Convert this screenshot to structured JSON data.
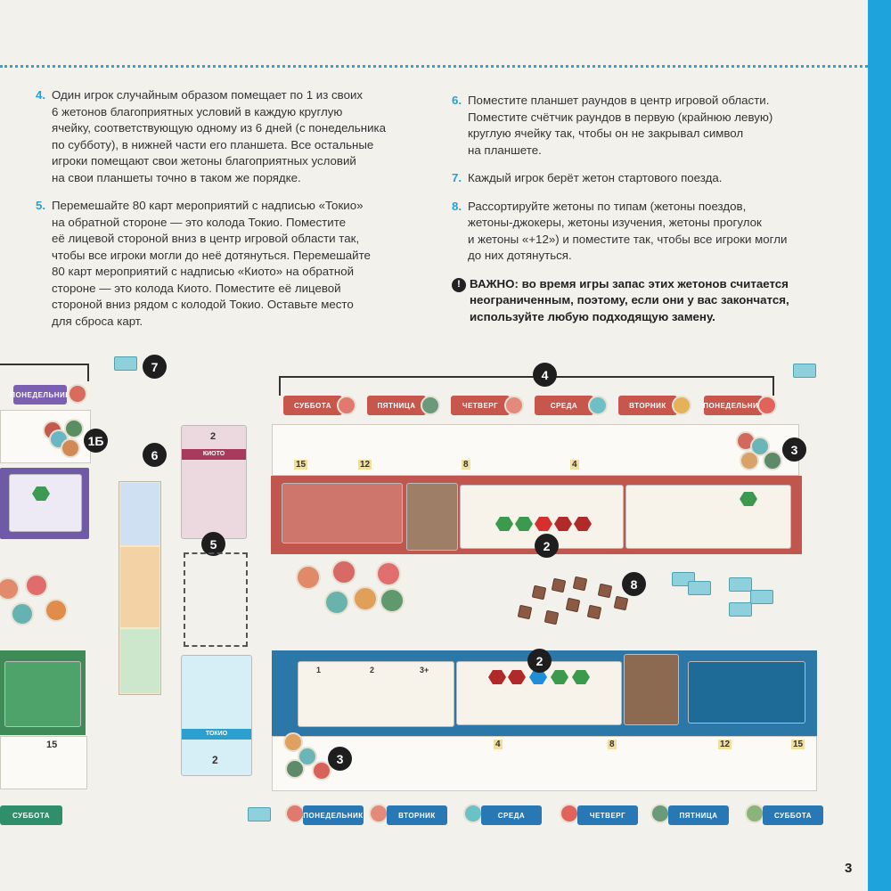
{
  "page_number": "3",
  "colors": {
    "accent": "#2a9fd6",
    "edge": "#1fa3dc",
    "tokyo_red": "#c7574d",
    "kyoto_blue": "#2978b6"
  },
  "steps_left": [
    {
      "num": "4.",
      "text": "Один игрок случайным образом помещает по 1 из своих\n6 жетонов благоприятных условий в каждую круглую\nячейку, соответствующую одному из 6 дней (с понедельника\nпо субботу), в нижней части его планшета. Все остальные\nигроки помещают свои жетоны благоприятных условий\nна свои планшеты точно в таком же порядке."
    },
    {
      "num": "5.",
      "text": "Перемешайте 80 карт мероприятий с надписью «Токио»\nна обратной стороне — это колода Токио. Поместите\nеё лицевой стороной вниз в центр игровой области так,\nчтобы все игроки могли до неё дотянуться. Перемешайте\n80 карт мероприятий с надписью «Киото» на обратной\nстороне — это колода Киото. Поместите её лицевой\nстороной вниз рядом с колодой Токио. Оставьте место\nдля сброса карт."
    }
  ],
  "steps_right": [
    {
      "num": "6.",
      "text": "Поместите планшет раундов в центр игровой области.\nПоместите счётчик раундов в первую (крайнюю левую)\nкруглую ячейку так, чтобы он не закрывал символ\nна планшете."
    },
    {
      "num": "7.",
      "text": "Каждый игрок берёт жетон стартового поезда."
    },
    {
      "num": "8.",
      "text": "Рассортируйте жетоны по типам (жетоны поездов,\nжетоны-джокеры, жетоны изучения, жетоны прогулок\nи жетоны «+12») и поместите так, чтобы все игроки могли\nдо них дотянуться."
    }
  ],
  "important": {
    "icon": "exclamation-icon",
    "text": "ВАЖНО: во время игры запас этих жетонов считается\nнеограниченным, поэтому, если они у вас закончатся,\nиспользуйте любую подходящую замену."
  },
  "illustration": {
    "callouts": [
      "7",
      "1Б",
      "6",
      "5",
      "4",
      "3",
      "2",
      "8",
      "2",
      "3"
    ],
    "top_board_days": [
      "СУББОТА",
      "ПЯТНИЦА",
      "ЧЕТВЕРГ",
      "СРЕДА",
      "ВТОРНИК",
      "ПОНЕДЕЛЬНИК"
    ],
    "bottom_board_days": [
      "ПОНЕДЕЛЬНИК",
      "ВТОРНИК",
      "СРЕДА",
      "ЧЕТВЕРГ",
      "ПЯТНИЦА",
      "СУББОТА"
    ],
    "left_board_days": [
      "ПОНЕДЕЛЬНИК",
      "СУББОТА"
    ],
    "top_track_marks": [
      "15",
      "12",
      "8",
      "4"
    ],
    "bottom_track_marks": [
      "4",
      "8",
      "12",
      "15"
    ],
    "left_track_marks": [
      "15"
    ],
    "tokyo_card": {
      "title": "КИОТО",
      "value": "2"
    },
    "kyoto_card": {
      "title": "ТОКИО",
      "value": "2"
    },
    "round_numbers": [
      "1",
      "2",
      "3+"
    ]
  }
}
